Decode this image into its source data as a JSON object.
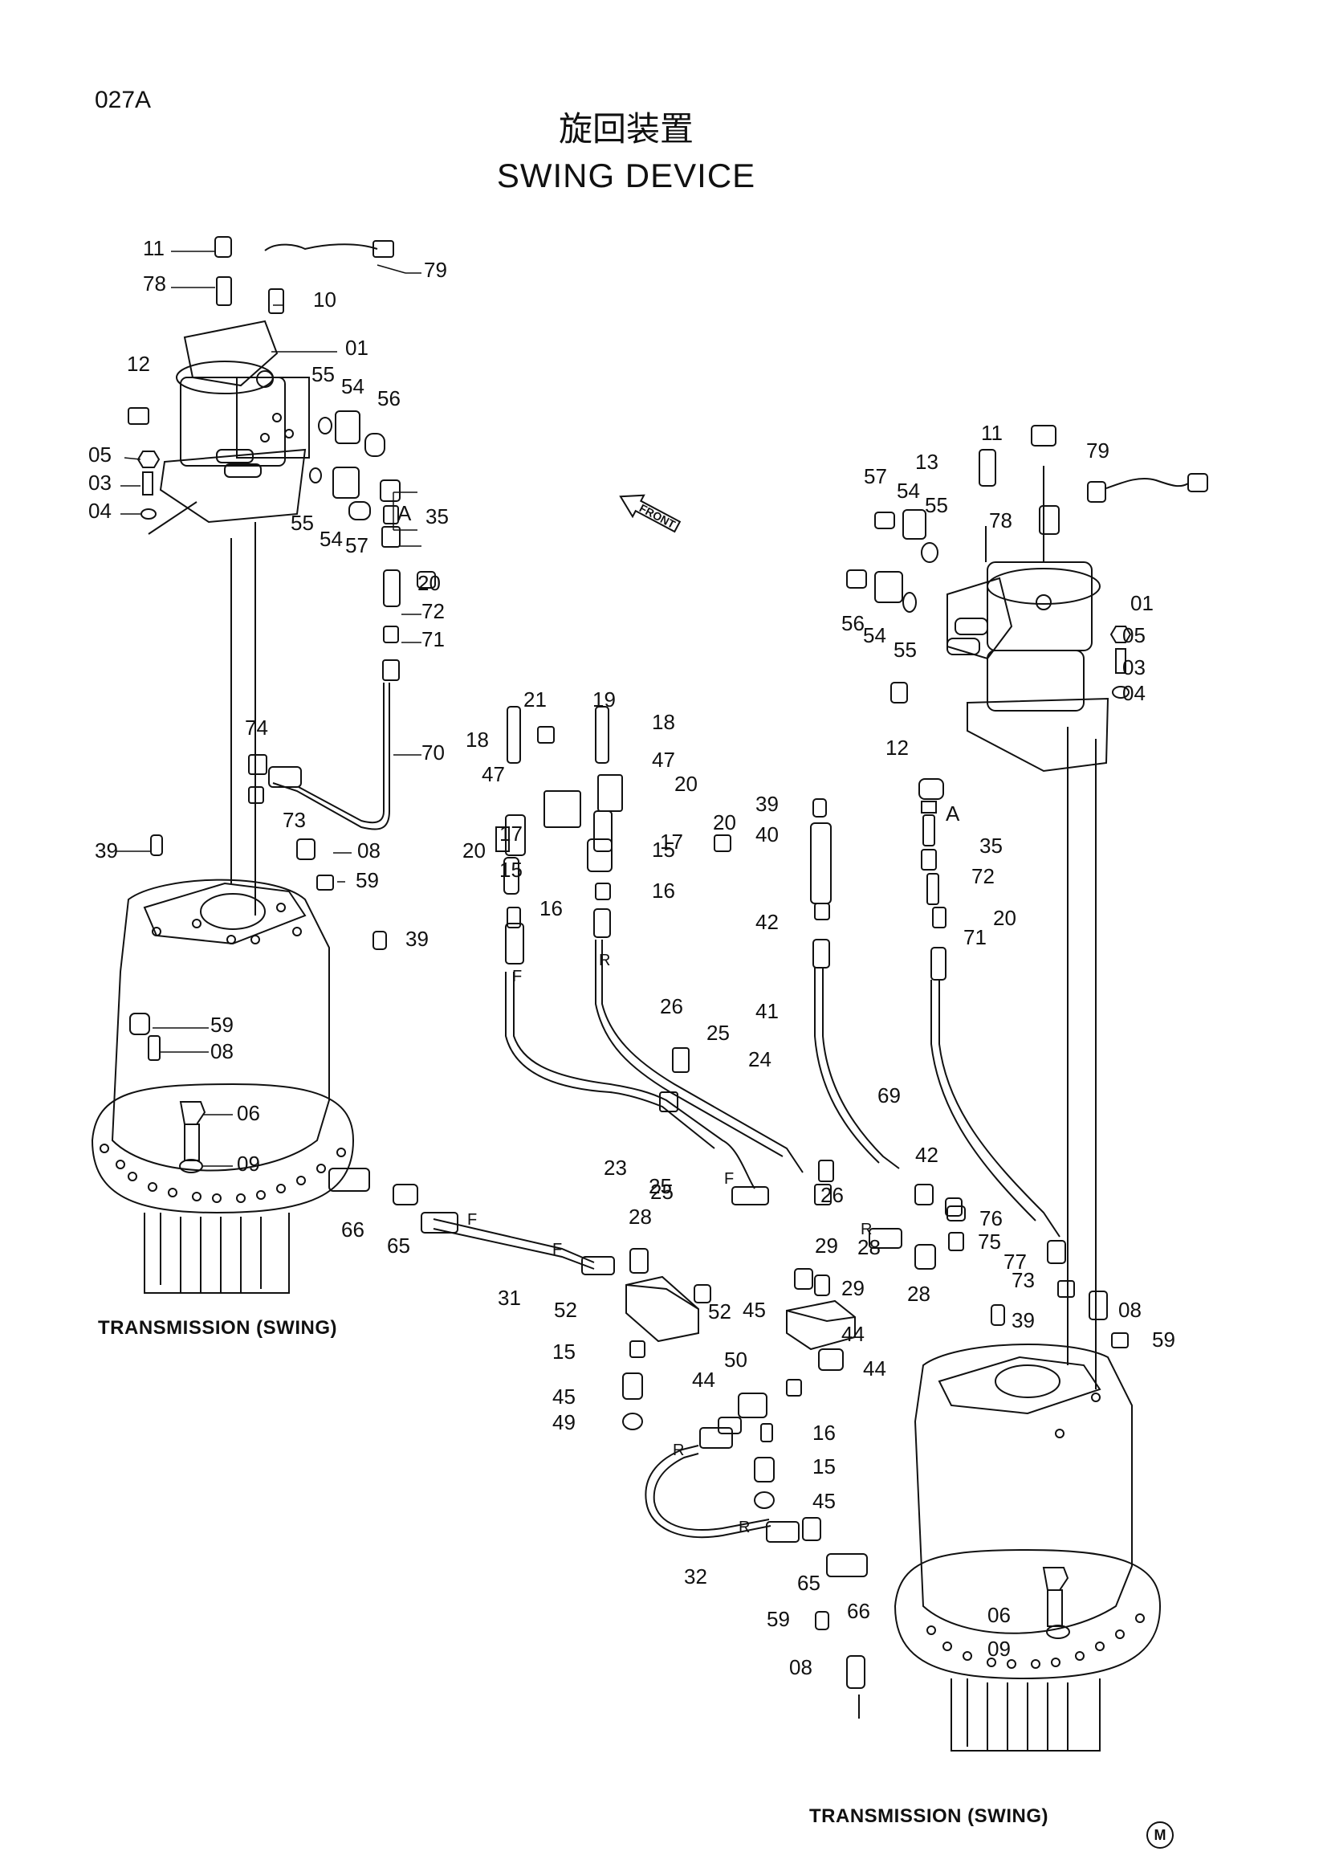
{
  "page_code": "027A",
  "title_jp": "旋回装置",
  "title_en": "SWING DEVICE",
  "captions": [
    "TRANSMISSION (SWING)",
    "TRANSMISSION (SWING)"
  ],
  "front_label": "FRONT",
  "ref_mark": "M",
  "callouts": [
    "11",
    "79",
    "78",
    "10",
    "01",
    "12",
    "55",
    "54",
    "56",
    "05",
    "03",
    "04",
    "55",
    "54",
    "57",
    "A",
    "35",
    "20",
    "72",
    "71",
    "74",
    "70",
    "73",
    "39",
    "08",
    "59",
    "39",
    "59",
    "08",
    "06",
    "09",
    "66",
    "65",
    "21",
    "19",
    "18",
    "18",
    "47",
    "47",
    "20",
    "20",
    "17",
    "17",
    "15",
    "15",
    "16",
    "16",
    "F",
    "R",
    "26",
    "25",
    "24",
    "23",
    "25",
    "25",
    "F",
    "R",
    "26",
    "28",
    "28",
    "29",
    "52",
    "52",
    "45",
    "29",
    "44",
    "15",
    "45",
    "49",
    "50",
    "44",
    "16",
    "44",
    "15",
    "45",
    "R",
    "R",
    "32",
    "65",
    "66",
    "59",
    "08",
    "F",
    "F",
    "31",
    "28",
    "39",
    "40",
    "20",
    "42",
    "41",
    "42",
    "76",
    "75",
    "77",
    "73",
    "11",
    "79",
    "13",
    "57",
    "54",
    "55",
    "78",
    "01",
    "56",
    "54",
    "55",
    "05",
    "03",
    "04",
    "12",
    "A",
    "35",
    "72",
    "20",
    "71",
    "69",
    "39",
    "08",
    "59",
    "06",
    "09"
  ]
}
